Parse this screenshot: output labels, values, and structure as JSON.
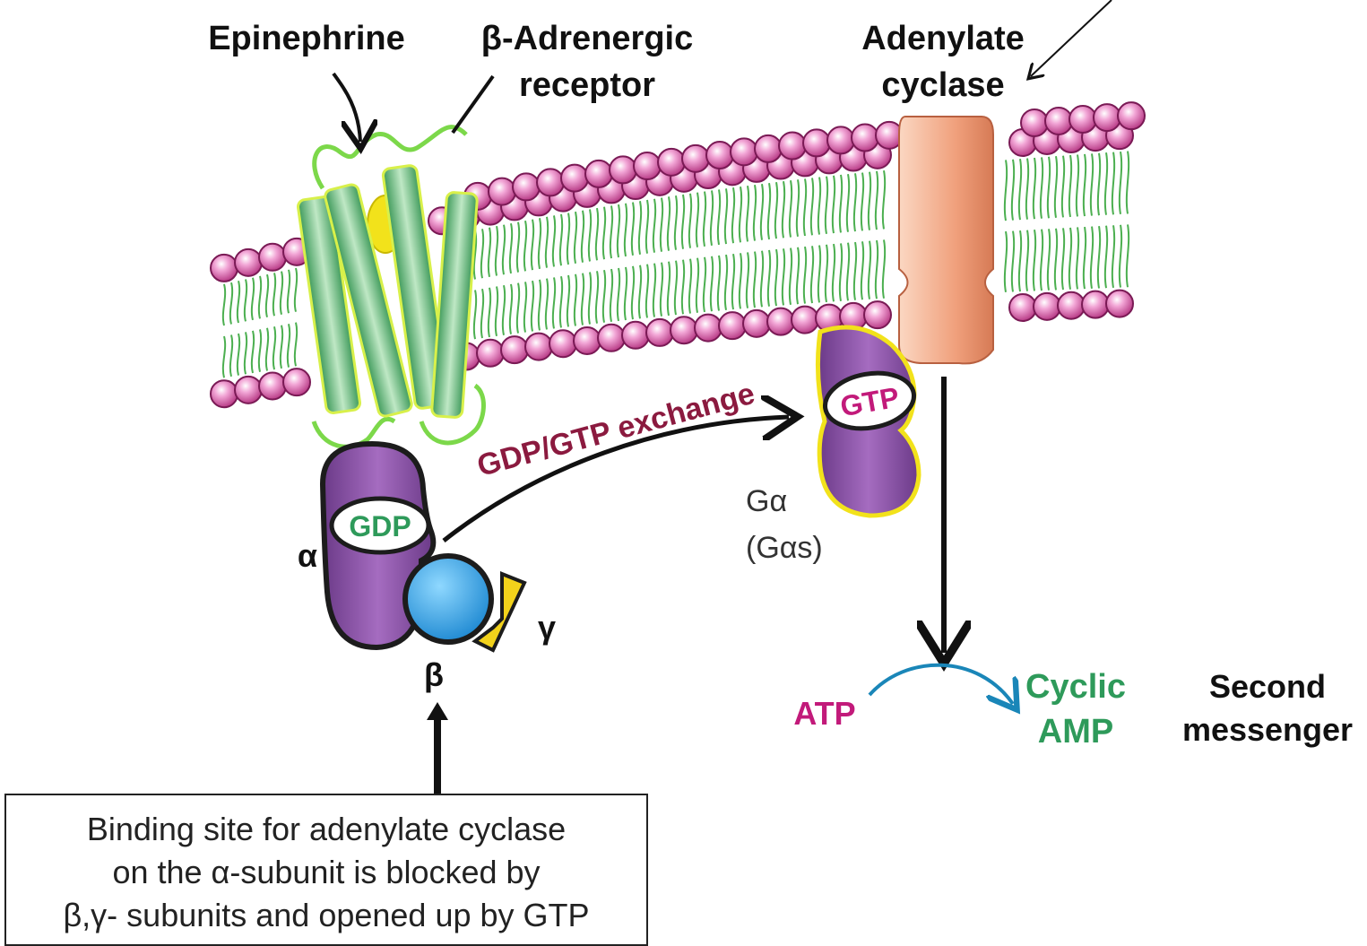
{
  "labels": {
    "epinephrine": "Epinephrine",
    "receptor_line1": "β-Adrenergic",
    "receptor_line2": "receptor",
    "adenylate_line1": "Adenylate",
    "adenylate_line2": "cyclase",
    "gdp": "GDP",
    "gtp": "GTP",
    "exchange": "GDP/GTP exchange",
    "alpha": "α",
    "beta": "β",
    "gamma": "γ",
    "galpha_line1": "Gα",
    "galpha_line2": "(Gαs)",
    "atp": "ATP",
    "camp_line1": "Cyclic",
    "camp_line2": "AMP",
    "second_line1": "Second",
    "second_line2": "messenger"
  },
  "note": {
    "line1": "Binding site for adenylate cyclase",
    "line2": "on the α-subunit is blocked by",
    "line3": "β,γ- subunits and opened up by GTP"
  },
  "colors": {
    "head_fill": "#e98ac6",
    "head_stroke": "#7a1a55",
    "tail": "#4caf50",
    "helix": "#5fb87a",
    "helix_outline": "#d8f04a",
    "alpha_subunit": "#8a4aa3",
    "beta_subunit": "#2ea6e6",
    "gamma_subunit": "#f2d21b",
    "cyclase": "#f0a07c",
    "exchange_text": "#8b1a3f",
    "atp_text": "#c21a7a",
    "camp_text": "#2e9a5a",
    "gdp_text": "#2e9a5a",
    "gtp_text": "#c21a7a",
    "arc": "#1a86b8"
  }
}
